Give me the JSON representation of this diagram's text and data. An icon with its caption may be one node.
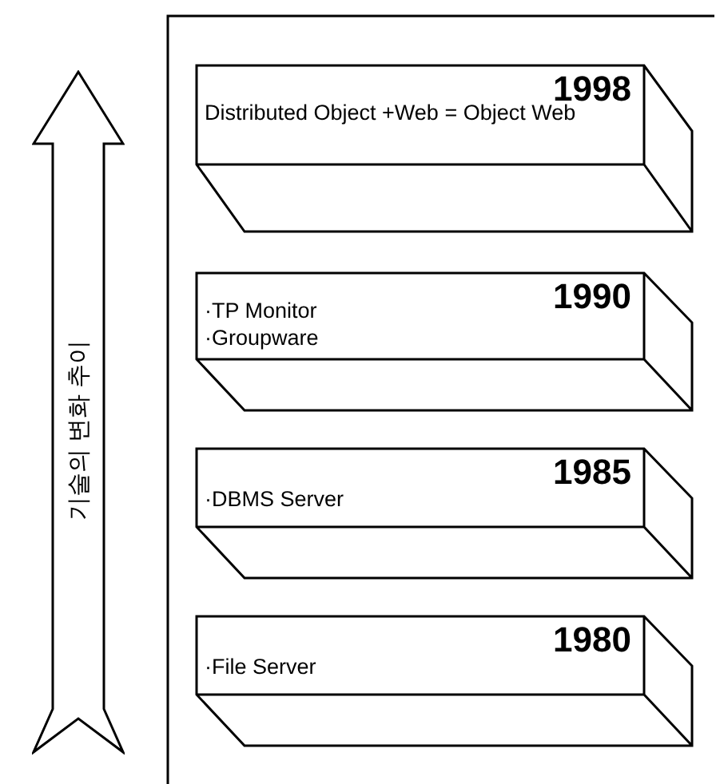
{
  "diagram": {
    "nodes": [
      {
        "text": [
          "기술의 변화 추이"
        ]
      },
      {
        "text": [
          "1998",
          "Distributed Object +Web = Object Web"
        ]
      },
      {
        "text": [
          "1990",
          "·TP Monitor",
          "·Groupware"
        ]
      },
      {
        "text": [
          "1985",
          "·DBMS Server"
        ]
      },
      {
        "text": [
          "1980",
          "·File Server"
        ]
      }
    ]
  }
}
